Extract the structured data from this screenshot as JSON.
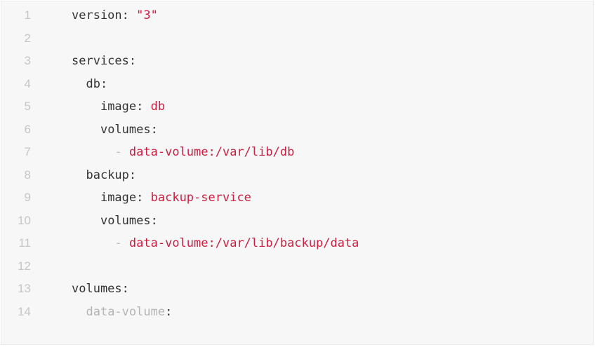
{
  "lines": [
    {
      "n": "1",
      "indent": "",
      "key": "version",
      "sep": ": ",
      "value": "\"3\"",
      "dash": ""
    },
    {
      "n": "2",
      "indent": "",
      "key": "",
      "sep": "",
      "value": "",
      "dash": ""
    },
    {
      "n": "3",
      "indent": "",
      "key": "services",
      "sep": ":",
      "value": "",
      "dash": ""
    },
    {
      "n": "4",
      "indent": "  ",
      "key": "db",
      "sep": ":",
      "value": "",
      "dash": ""
    },
    {
      "n": "5",
      "indent": "    ",
      "key": "image",
      "sep": ": ",
      "value": "db",
      "dash": ""
    },
    {
      "n": "6",
      "indent": "    ",
      "key": "volumes",
      "sep": ":",
      "value": "",
      "dash": ""
    },
    {
      "n": "7",
      "indent": "      ",
      "key": "",
      "sep": "",
      "value": "data-volume:/var/lib/db",
      "dash": "- "
    },
    {
      "n": "8",
      "indent": "  ",
      "key": "backup",
      "sep": ":",
      "value": "",
      "dash": ""
    },
    {
      "n": "9",
      "indent": "    ",
      "key": "image",
      "sep": ": ",
      "value": "backup-service",
      "dash": ""
    },
    {
      "n": "10",
      "indent": "    ",
      "key": "volumes",
      "sep": ":",
      "value": "",
      "dash": ""
    },
    {
      "n": "11",
      "indent": "      ",
      "key": "",
      "sep": "",
      "value": "data-volume:/var/lib/backup/data",
      "dash": "- "
    },
    {
      "n": "12",
      "indent": "",
      "key": "",
      "sep": "",
      "value": "",
      "dash": ""
    },
    {
      "n": "13",
      "indent": "",
      "key": "volumes",
      "sep": ":",
      "value": "",
      "dash": ""
    },
    {
      "n": "14",
      "indent": "  ",
      "key": "data-volume",
      "sep": ":",
      "value": "",
      "dash": "",
      "muted": true
    }
  ],
  "colors": {
    "background": "#f7f7f7",
    "line_number": "#c6c6c6",
    "key": "#333333",
    "string_value": "#cc1f3f",
    "muted": "#b5b5b5"
  }
}
